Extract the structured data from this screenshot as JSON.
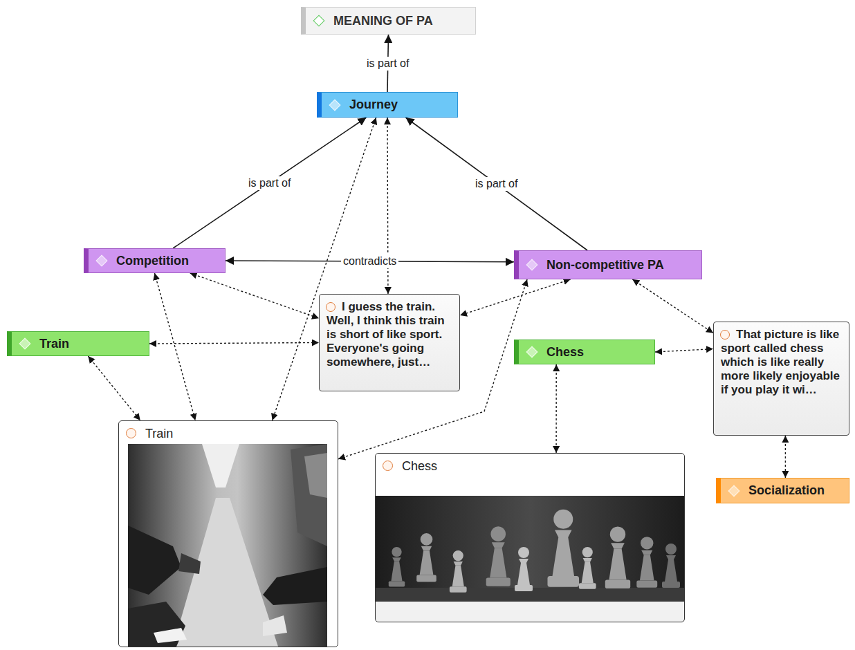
{
  "diagram": {
    "nodes": [
      {
        "text": [
          "MEANING OF PA"
        ]
      },
      {
        "text": [
          "Journey"
        ]
      },
      {
        "text": [
          "Competition"
        ]
      },
      {
        "text": [
          "Non-competitive PA"
        ]
      },
      {
        "text": [
          "Train"
        ]
      },
      {
        "text": [
          "I guess the train. Well, I think this train is short of like sport. Everyone's going somewhere, just…"
        ]
      },
      {
        "text": [
          "Chess"
        ]
      },
      {
        "text": [
          "That picture is like sport called chess which is like really more likely enjoyable if you play it wi…"
        ]
      },
      {
        "text": [
          "Train"
        ]
      },
      {
        "text": [
          "Chess"
        ]
      },
      {
        "text": [
          "Socialization"
        ]
      }
    ],
    "edges": [
      {
        "from": 1,
        "to": 0,
        "label": "is part of",
        "arrow": "to"
      },
      {
        "from": 2,
        "to": 1,
        "label": "is part of",
        "arrow": "to"
      },
      {
        "from": 3,
        "to": 1,
        "label": "is part of",
        "arrow": "to"
      },
      {
        "from": 2,
        "to": 3,
        "label": "contradicts",
        "arrow": "both"
      },
      {
        "from": 1,
        "to": 5,
        "arrow": "both"
      },
      {
        "from": 1,
        "to": 8,
        "arrow": "both"
      },
      {
        "from": 2,
        "to": 5,
        "arrow": "both"
      },
      {
        "from": 2,
        "to": 8,
        "arrow": "both"
      },
      {
        "from": 4,
        "to": 5,
        "arrow": "both"
      },
      {
        "from": 4,
        "to": 8,
        "arrow": "both"
      },
      {
        "from": 3,
        "to": 5,
        "arrow": "both"
      },
      {
        "from": 3,
        "to": 8,
        "arrow": "both"
      },
      {
        "from": 3,
        "to": 7,
        "arrow": "both"
      },
      {
        "from": 6,
        "to": 7,
        "arrow": "both"
      },
      {
        "from": 6,
        "to": 9,
        "arrow": "both"
      },
      {
        "from": 7,
        "to": 10,
        "arrow": "both"
      }
    ]
  }
}
